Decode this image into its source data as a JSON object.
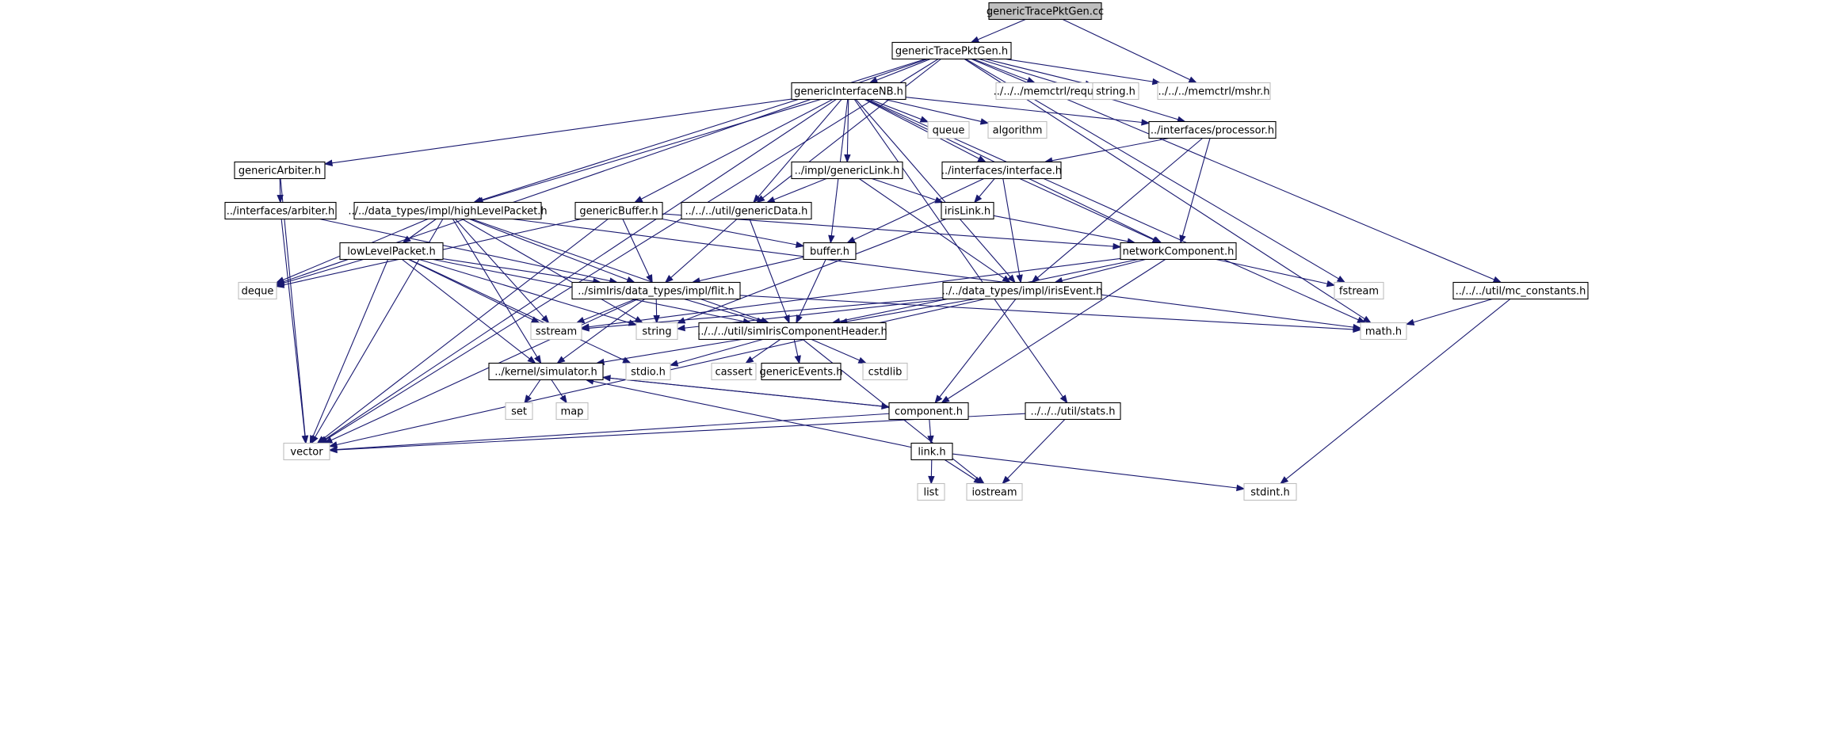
{
  "colors": {
    "edge": "#191970",
    "root_fill": "#bfbfbf",
    "node_border": "#000000",
    "external_border": "#bfbfbf"
  },
  "nodes": {
    "root": "genericTracePktGen.cc",
    "header": "genericTracePktGen.h",
    "nb": "genericInterfaceNB.h",
    "request": "../../../memctrl/request.h",
    "stringh": "string.h",
    "mshr": "../../../memctrl/mshr.h",
    "queue": "queue",
    "algorithm": "algorithm",
    "processor": "../interfaces/processor.h",
    "arbiter": "genericArbiter.h",
    "genlink": "../impl/genericLink.h",
    "iface": "../interfaces/interface.h",
    "ifarbiter": "../interfaces/arbiter.h",
    "hlp": "../../data_types/impl/highLevelPacket.h",
    "genbuf": "genericBuffer.h",
    "gendata": "../../../util/genericData.h",
    "irislink": "irisLink.h",
    "llp": "lowLevelPacket.h",
    "buffer": "buffer.h",
    "netcomp": "networkComponent.h",
    "deque": "deque",
    "flit": "../simIris/data_types/impl/flit.h",
    "irisevent": "../../data_types/impl/irisEvent.h",
    "fstream": "fstream",
    "mcconst": "../../../util/mc_constants.h",
    "sstream": "sstream",
    "string": "string",
    "sichead": "../../../util/simIrisComponentHeader.h",
    "math": "math.h",
    "simulator": "../kernel/simulator.h",
    "stdio": "stdio.h",
    "cassert": "cassert",
    "events": "genericEvents.h",
    "cstdlib": "cstdlib",
    "set": "set",
    "map": "map",
    "component": "component.h",
    "stats": "../../../util/stats.h",
    "vector": "vector",
    "link": "link.h",
    "list": "list",
    "iostream": "iostream",
    "stdint": "stdint.h"
  }
}
